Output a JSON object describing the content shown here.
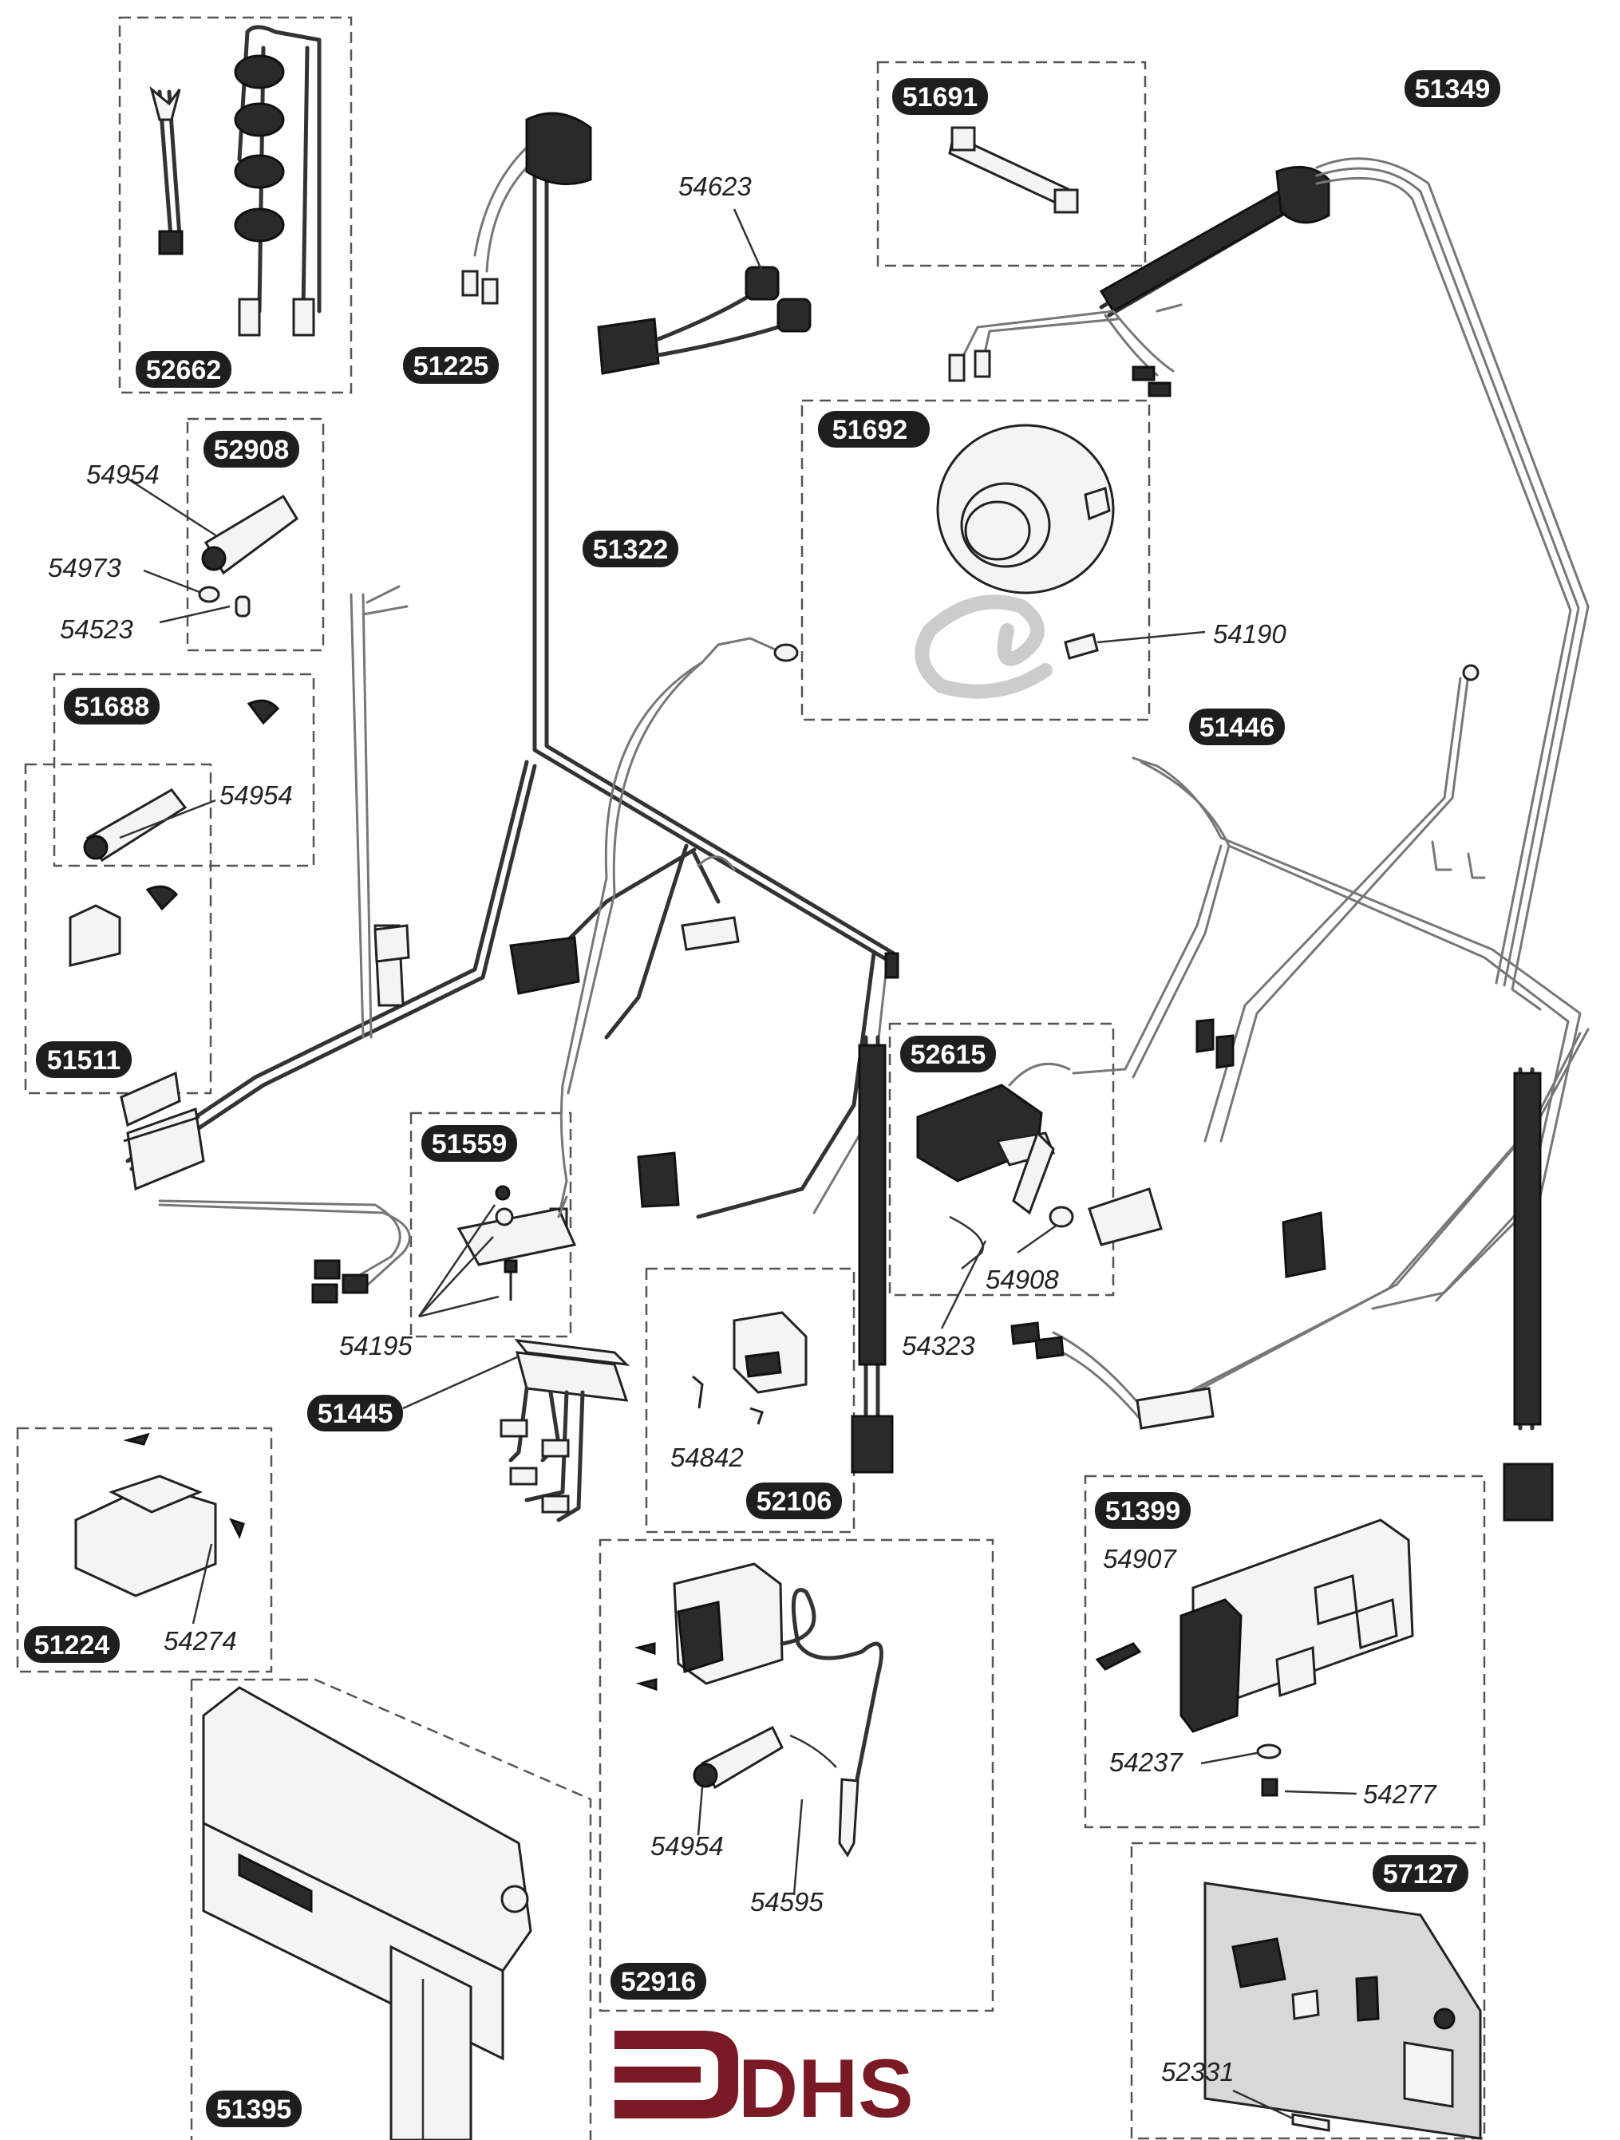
{
  "diagram": {
    "kits": {
      "k52662": "52662",
      "k52908": "52908",
      "k51688": "51688",
      "k51511": "51511",
      "k51225": "51225",
      "k51322": "51322",
      "k51691": "51691",
      "k51349": "51349",
      "k51692": "51692",
      "k51446": "51446",
      "k51559": "51559",
      "k51445": "51445",
      "k52615": "52615",
      "k52106": "52106",
      "k51224": "51224",
      "k51399": "51399",
      "k52916": "52916",
      "k51395": "51395",
      "k57127": "57127"
    },
    "refs": {
      "r54954a": "54954",
      "r54973": "54973",
      "r54523": "54523",
      "r54954b": "54954",
      "r54623": "54623",
      "r54190": "54190",
      "r54195": "54195",
      "r54908": "54908",
      "r54323": "54323",
      "r54842": "54842",
      "r54274": "54274",
      "r54907": "54907",
      "r54237": "54237",
      "r54277": "54277",
      "r54954c": "54954",
      "r54595": "54595",
      "r52331": "52331"
    },
    "logo": "DHS",
    "colors": {
      "badge": "#1e1e1e",
      "logo": "#7a1a24",
      "line": "#333333"
    }
  }
}
